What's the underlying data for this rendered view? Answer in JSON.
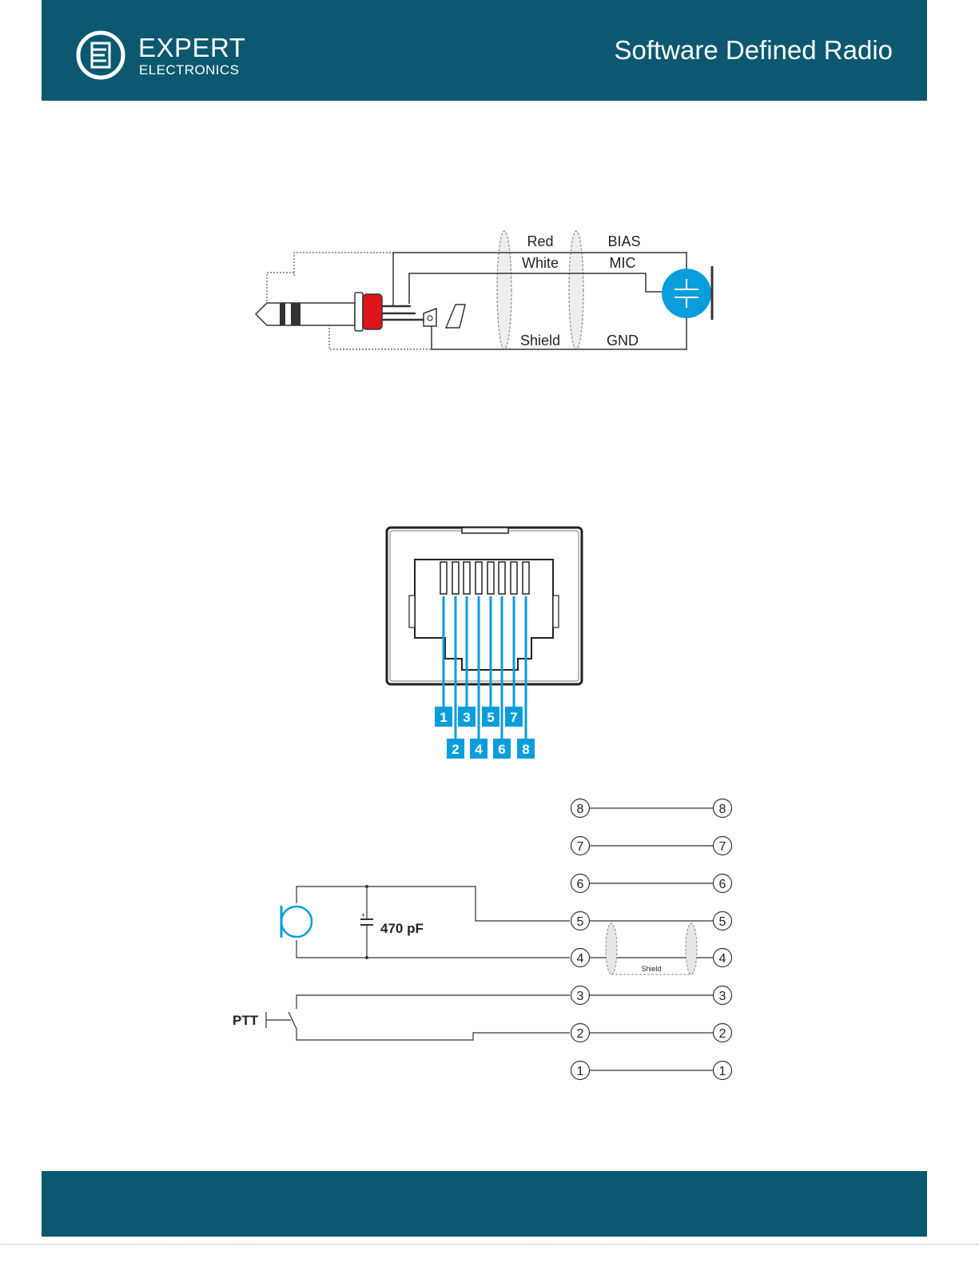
{
  "header": {
    "brand_name": "EXPERT",
    "brand_sub": "ELECTRONICS",
    "title": "Software Defined Radio"
  },
  "jack_diagram": {
    "wire_top": "Red",
    "wire_mid": "White",
    "wire_bottom": "Shield",
    "signal_top": "BIAS",
    "signal_mid": "MIC",
    "signal_bottom": "GND"
  },
  "rj45": {
    "pins_odd": [
      "1",
      "3",
      "5",
      "7"
    ],
    "pins_even": [
      "2",
      "4",
      "6",
      "8"
    ]
  },
  "schematic": {
    "pin_numbers": [
      "8",
      "7",
      "6",
      "5",
      "4",
      "3",
      "2",
      "1"
    ],
    "capacitor_label": "470 pF",
    "capacitor_polarity": "+",
    "shield_label": "Shield",
    "switch_label": "PTT"
  },
  "colors": {
    "brand": "#0b5870",
    "accent_blue": "#0a9ddc",
    "plug_red": "#e0141b"
  }
}
